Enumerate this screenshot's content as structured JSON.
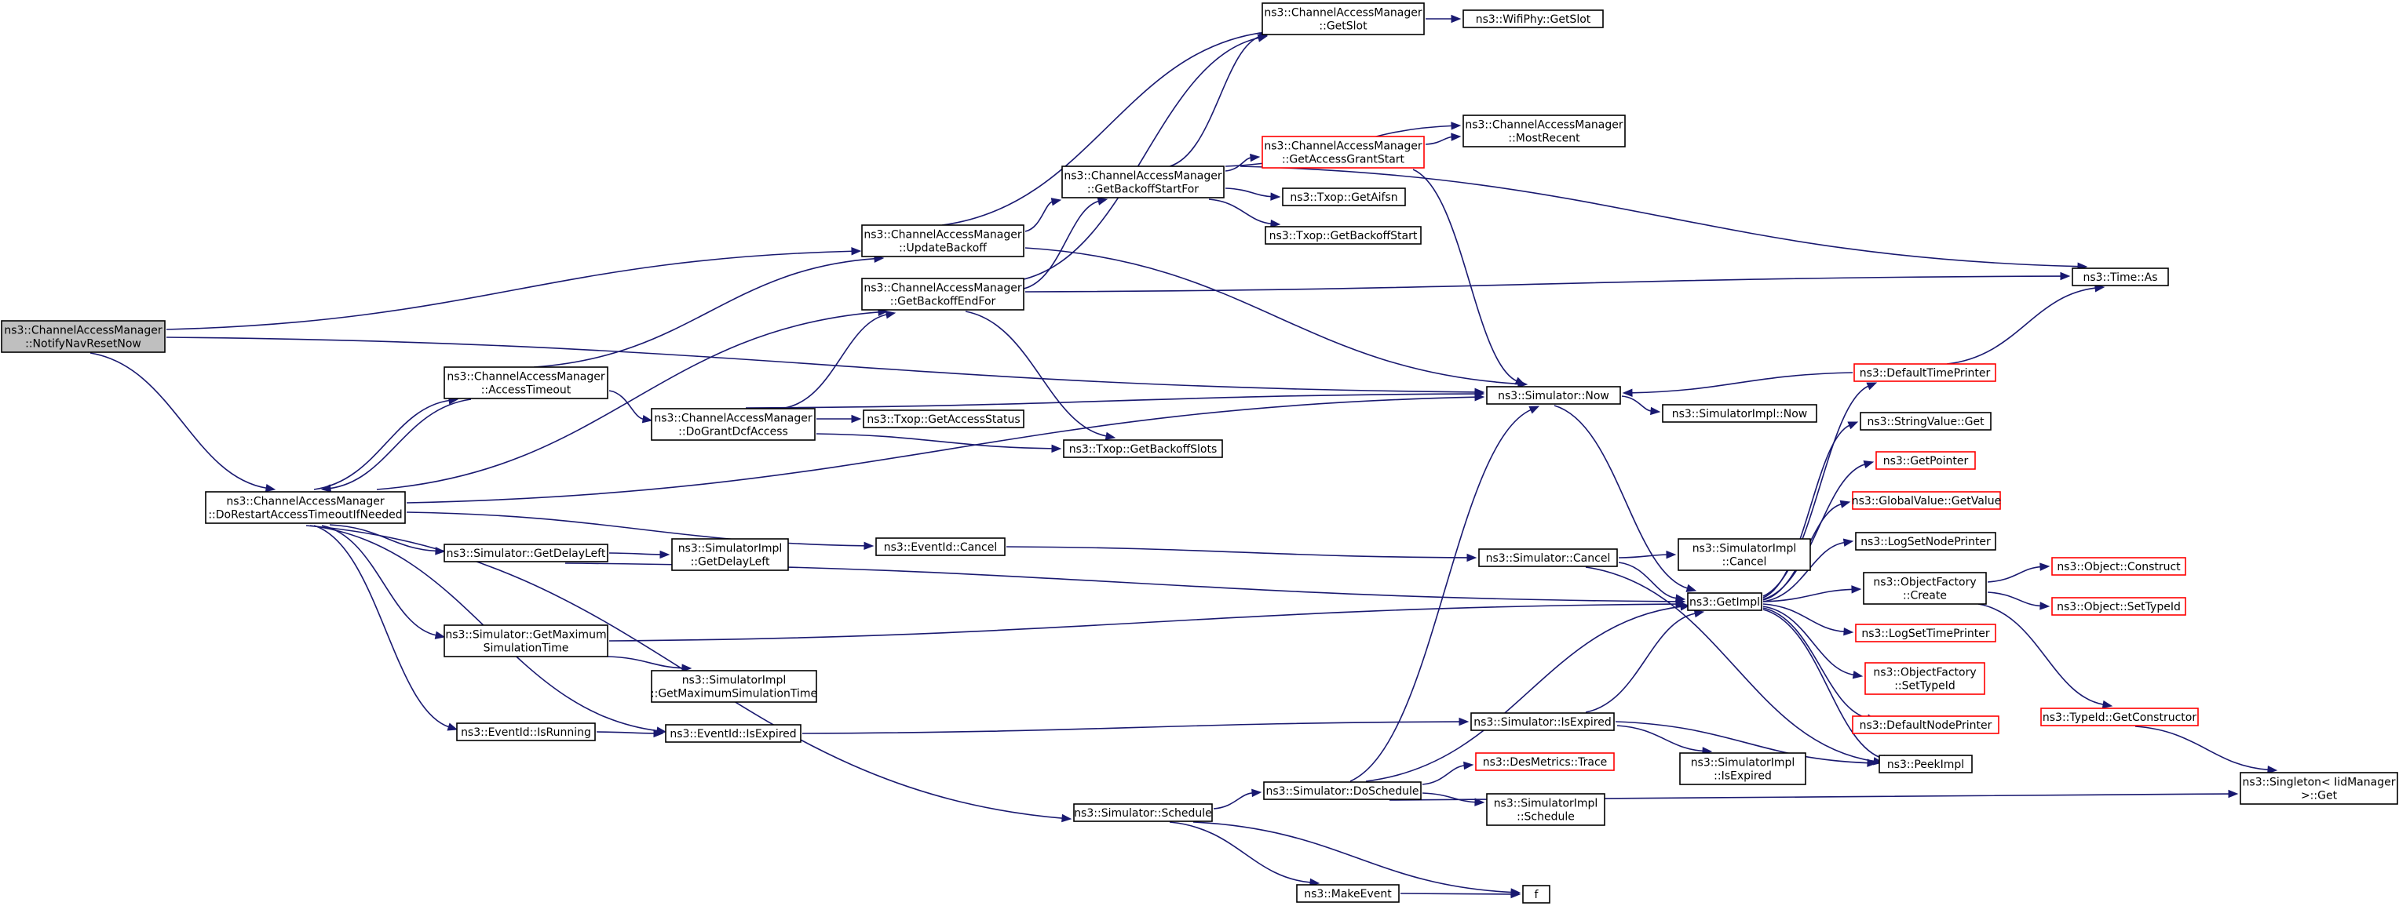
{
  "colors": {
    "edge": "#191970",
    "node_border": "#000000",
    "missing_border": "#ff0000",
    "root_fill": "#bfbfbf"
  },
  "nodes": [
    {
      "id": "notify",
      "lines": [
        "ns3::ChannelAccessManager",
        "::NotifyNavResetNow"
      ],
      "style": "root"
    },
    {
      "id": "restart",
      "lines": [
        "ns3::ChannelAccessManager",
        "::DoRestartAccessTimeoutIfNeeded"
      ]
    },
    {
      "id": "accesstimeout",
      "lines": [
        "ns3::ChannelAccessManager",
        "::AccessTimeout"
      ]
    },
    {
      "id": "updatebackoff",
      "lines": [
        "ns3::ChannelAccessManager",
        "::UpdateBackoff"
      ]
    },
    {
      "id": "backoffend",
      "lines": [
        "ns3::ChannelAccessManager",
        "::GetBackoffEndFor"
      ]
    },
    {
      "id": "backoffstart",
      "lines": [
        "ns3::ChannelAccessManager",
        "::GetBackoffStartFor"
      ]
    },
    {
      "id": "getslot",
      "lines": [
        "ns3::ChannelAccessManager",
        "::GetSlot"
      ]
    },
    {
      "id": "wifiphyslot",
      "lines": [
        "ns3::WifiPhy::GetSlot"
      ]
    },
    {
      "id": "grantstart",
      "lines": [
        "ns3::ChannelAccessManager",
        "::GetAccessGrantStart"
      ],
      "style": "red"
    },
    {
      "id": "mostrecent",
      "lines": [
        "ns3::ChannelAccessManager",
        "::MostRecent"
      ]
    },
    {
      "id": "aifsn",
      "lines": [
        "ns3::Txop::GetAifsn"
      ]
    },
    {
      "id": "txbackoffstart",
      "lines": [
        "ns3::Txop::GetBackoffStart"
      ]
    },
    {
      "id": "timeas",
      "lines": [
        "ns3::Time::As"
      ]
    },
    {
      "id": "dogrant",
      "lines": [
        "ns3::ChannelAccessManager",
        "::DoGrantDcfAccess"
      ]
    },
    {
      "id": "accessstatus",
      "lines": [
        "ns3::Txop::GetAccessStatus"
      ]
    },
    {
      "id": "backoffslots",
      "lines": [
        "ns3::Txop::GetBackoffSlots"
      ]
    },
    {
      "id": "simnow",
      "lines": [
        "ns3::Simulator::Now"
      ]
    },
    {
      "id": "implnow",
      "lines": [
        "ns3::SimulatorImpl::Now"
      ]
    },
    {
      "id": "defaulttime",
      "lines": [
        "ns3::DefaultTimePrinter"
      ],
      "style": "red"
    },
    {
      "id": "stringget",
      "lines": [
        "ns3::StringValue::Get"
      ]
    },
    {
      "id": "getpointer",
      "lines": [
        "ns3::GetPointer"
      ],
      "style": "red"
    },
    {
      "id": "globalget",
      "lines": [
        "ns3::GlobalValue::GetValue"
      ],
      "style": "red"
    },
    {
      "id": "lognode",
      "lines": [
        "ns3::LogSetNodePrinter"
      ]
    },
    {
      "id": "ofcreate",
      "lines": [
        "ns3::ObjectFactory",
        "::Create"
      ]
    },
    {
      "id": "objconstruct",
      "lines": [
        "ns3::Object::Construct"
      ],
      "style": "red"
    },
    {
      "id": "objsettype",
      "lines": [
        "ns3::Object::SetTypeId"
      ],
      "style": "red"
    },
    {
      "id": "logtime",
      "lines": [
        "ns3::LogSetTimePrinter"
      ],
      "style": "red"
    },
    {
      "id": "ofsettype",
      "lines": [
        "ns3::ObjectFactory",
        "::SetTypeId"
      ],
      "style": "red"
    },
    {
      "id": "defaultnode",
      "lines": [
        "ns3::DefaultNodePrinter"
      ],
      "style": "red"
    },
    {
      "id": "typeidctor",
      "lines": [
        "ns3::TypeId::GetConstructor"
      ],
      "style": "red"
    },
    {
      "id": "singleton",
      "lines": [
        "ns3::Singleton< IidManager",
        ">::Get"
      ]
    },
    {
      "id": "peekimpl",
      "lines": [
        "ns3::PeekImpl"
      ]
    },
    {
      "id": "getimpl",
      "lines": [
        "ns3::GetImpl"
      ]
    },
    {
      "id": "eventcancel",
      "lines": [
        "ns3::EventId::Cancel"
      ]
    },
    {
      "id": "simcancel",
      "lines": [
        "ns3::Simulator::Cancel"
      ]
    },
    {
      "id": "implcancel",
      "lines": [
        "ns3::SimulatorImpl",
        "::Cancel"
      ]
    },
    {
      "id": "getdelay",
      "lines": [
        "ns3::Simulator::GetDelayLeft"
      ]
    },
    {
      "id": "impldelay",
      "lines": [
        "ns3::SimulatorImpl",
        "::GetDelayLeft"
      ]
    },
    {
      "id": "getmax",
      "lines": [
        "ns3::Simulator::GetMaximum",
        "SimulationTime"
      ]
    },
    {
      "id": "implmax",
      "lines": [
        "ns3::SimulatorImpl",
        "::GetMaximumSimulationTime"
      ]
    },
    {
      "id": "isrunning",
      "lines": [
        "ns3::EventId::IsRunning"
      ]
    },
    {
      "id": "isexpired",
      "lines": [
        "ns3::EventId::IsExpired"
      ]
    },
    {
      "id": "simexpired",
      "lines": [
        "ns3::Simulator::IsExpired"
      ]
    },
    {
      "id": "implexpired",
      "lines": [
        "ns3::SimulatorImpl",
        "::IsExpired"
      ]
    },
    {
      "id": "schedule",
      "lines": [
        "ns3::Simulator::Schedule"
      ]
    },
    {
      "id": "doschedule",
      "lines": [
        "ns3::Simulator::DoSchedule"
      ]
    },
    {
      "id": "desmetrics",
      "lines": [
        "ns3::DesMetrics::Trace"
      ],
      "style": "red"
    },
    {
      "id": "implschedule",
      "lines": [
        "ns3::SimulatorImpl",
        "::Schedule"
      ]
    },
    {
      "id": "makeevent",
      "lines": [
        "ns3::MakeEvent"
      ]
    },
    {
      "id": "f",
      "lines": [
        "f"
      ]
    }
  ]
}
